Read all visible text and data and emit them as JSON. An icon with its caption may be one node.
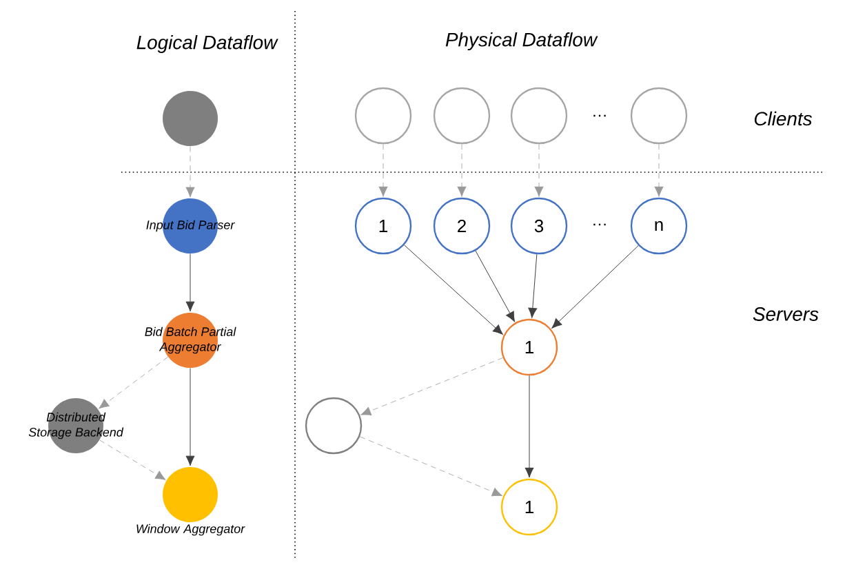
{
  "diagram": {
    "nodes": [
      {
        "text": [],
        "shape": "circle"
      },
      {
        "text": [
          "Input Bid Parser"
        ]
      },
      {
        "text": [
          "Bid Batch Partial Aggregator"
        ]
      },
      {
        "text": [
          "Distributed Storage Backend"
        ]
      },
      {
        "text": [
          "Window Aggregator"
        ]
      },
      {
        "text": [],
        "shape": "circle"
      },
      {
        "text": [],
        "shape": "circle"
      },
      {
        "text": [],
        "shape": "circle"
      },
      {
        "text": [],
        "shape": "circle"
      },
      {
        "text": [
          "1"
        ]
      },
      {
        "text": [
          "2"
        ]
      },
      {
        "text": [
          "3"
        ]
      },
      {
        "text": [
          "n"
        ]
      },
      {
        "text": [
          "1"
        ]
      },
      {
        "text": [],
        "shape": "circle"
      },
      {
        "text": [
          "1"
        ]
      }
    ],
    "edges": [
      {
        "from": 0,
        "to": 1,
        "arrow": "to",
        "style": "dashed",
        "color": "#999999"
      },
      {
        "from": 1,
        "to": 2,
        "arrow": "to"
      },
      {
        "from": 2,
        "to": 3,
        "arrow": "to",
        "style": "dashed",
        "color": "#999999"
      },
      {
        "from": 2,
        "to": 4,
        "arrow": "to"
      },
      {
        "from": 3,
        "to": 4,
        "arrow": "to",
        "style": "dashed",
        "color": "#999999"
      },
      {
        "from": 5,
        "to": 9,
        "arrow": "to",
        "style": "dashed",
        "color": "#999999"
      },
      {
        "from": 6,
        "to": 10,
        "arrow": "to",
        "style": "dashed",
        "color": "#999999"
      },
      {
        "from": 7,
        "to": 11,
        "arrow": "to",
        "style": "dashed",
        "color": "#999999"
      },
      {
        "from": 8,
        "to": 12,
        "arrow": "to",
        "style": "dashed",
        "color": "#999999"
      },
      {
        "from": 9,
        "to": 13,
        "arrow": "to"
      },
      {
        "from": 10,
        "to": 13,
        "arrow": "to"
      },
      {
        "from": 11,
        "to": 13,
        "arrow": "to"
      },
      {
        "from": 12,
        "to": 13,
        "arrow": "to"
      },
      {
        "from": 13,
        "to": 14,
        "arrow": "to",
        "style": "dashed",
        "color": "#999999"
      },
      {
        "from": 13,
        "to": 15,
        "arrow": "to"
      },
      {
        "from": 14,
        "to": 15,
        "arrow": "to",
        "style": "dashed",
        "color": "#999999"
      }
    ],
    "labels": [
      "Logical Dataflow",
      "Physical Dataflow",
      "…",
      "Clients",
      "…",
      "Servers"
    ]
  }
}
